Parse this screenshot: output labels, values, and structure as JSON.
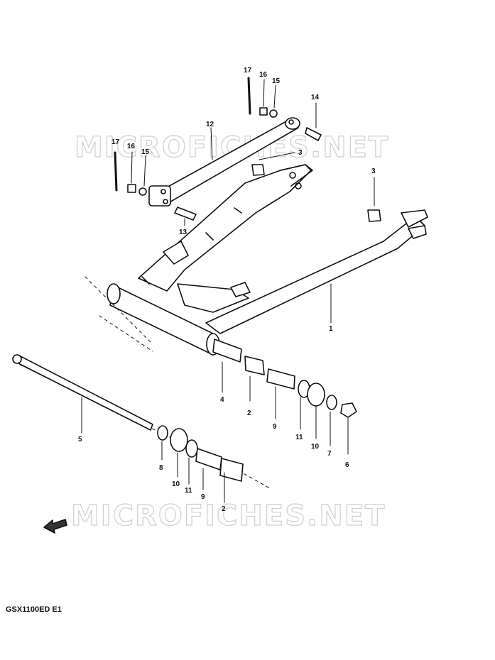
{
  "diagram": {
    "model_code": "GSX1100ED E1",
    "watermark": "MICROFICHES.NET",
    "callouts": [
      "1",
      "2",
      "2",
      "3",
      "3",
      "4",
      "5",
      "6",
      "7",
      "8",
      "9",
      "9",
      "10",
      "10",
      "11",
      "11",
      "12",
      "13",
      "14",
      "15",
      "15",
      "16",
      "16",
      "17",
      "17"
    ]
  }
}
